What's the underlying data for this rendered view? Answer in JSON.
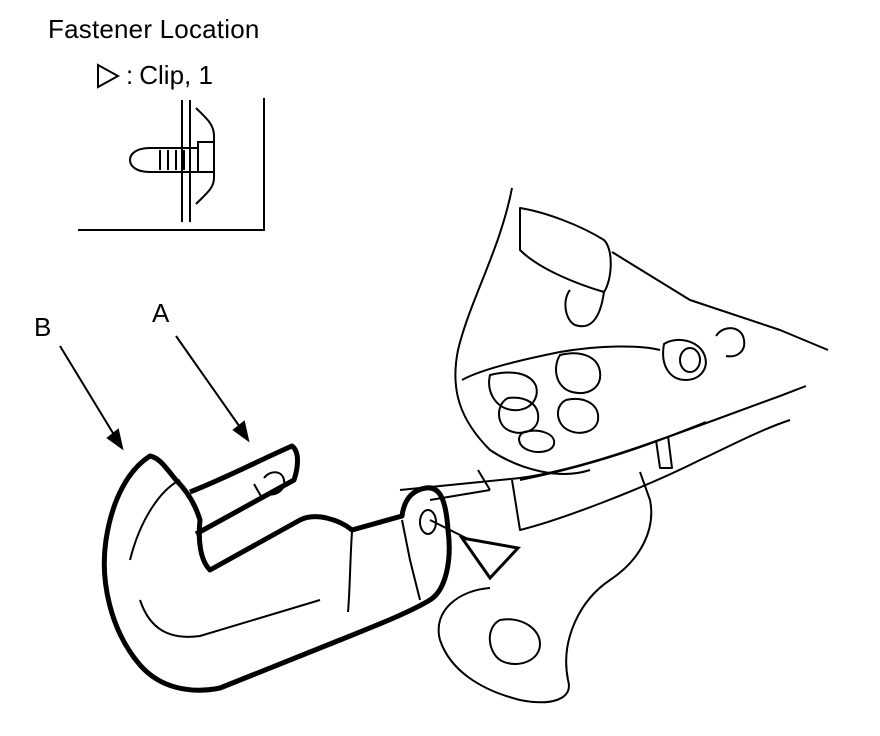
{
  "header": {
    "title": "Fastener Location",
    "legend_separator": ":",
    "legend_label": "Clip, 1"
  },
  "callouts": {
    "a": "A",
    "b": "B"
  },
  "colors": {
    "ink": "#000000",
    "paper": "#ffffff"
  }
}
